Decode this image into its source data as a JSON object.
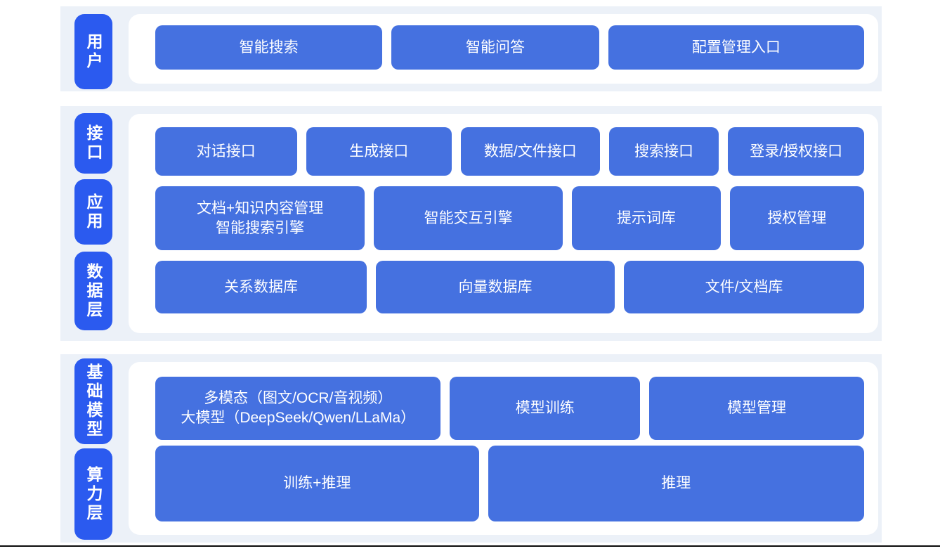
{
  "colors": {
    "band_bg": "#ECF1F8",
    "pill_blue": "#2B5AEF",
    "block_blue": "#4571E0",
    "text_white": "#FFFFFF",
    "divider": "#0B0B0B"
  },
  "bands": [
    {
      "sections": [
        {
          "pill": "用户",
          "buttons": [
            {
              "label": "智能搜索"
            },
            {
              "label": "智能问答"
            },
            {
              "label": "配置管理入口"
            }
          ]
        }
      ]
    },
    {
      "sections": [
        {
          "pill": "接口",
          "buttons": [
            {
              "label": "对话接口"
            },
            {
              "label": "生成接口"
            },
            {
              "label": "数据/文件接口"
            },
            {
              "label": "搜索接口"
            },
            {
              "label": "登录/授权接口"
            }
          ]
        },
        {
          "pill": "应用",
          "buttons": [
            {
              "label": "文档+知识内容管理\n智能搜索引擎"
            },
            {
              "label": "智能交互引擎"
            },
            {
              "label": "提示词库"
            },
            {
              "label": "授权管理"
            }
          ]
        },
        {
          "pill": "数据层",
          "buttons": [
            {
              "label": "关系数据库"
            },
            {
              "label": "向量数据库"
            },
            {
              "label": "文件/文档库"
            }
          ]
        }
      ]
    },
    {
      "sections": [
        {
          "pill": "基础模型",
          "buttons": [
            {
              "label": "多模态（图文/OCR/音视频）\n大模型（DeepSeek/Qwen/LLaMa）"
            },
            {
              "label": "模型训练"
            },
            {
              "label": "模型管理"
            }
          ]
        },
        {
          "pill": "算力层",
          "buttons": [
            {
              "label": "训练+推理"
            },
            {
              "label": "推理"
            }
          ]
        }
      ]
    }
  ]
}
